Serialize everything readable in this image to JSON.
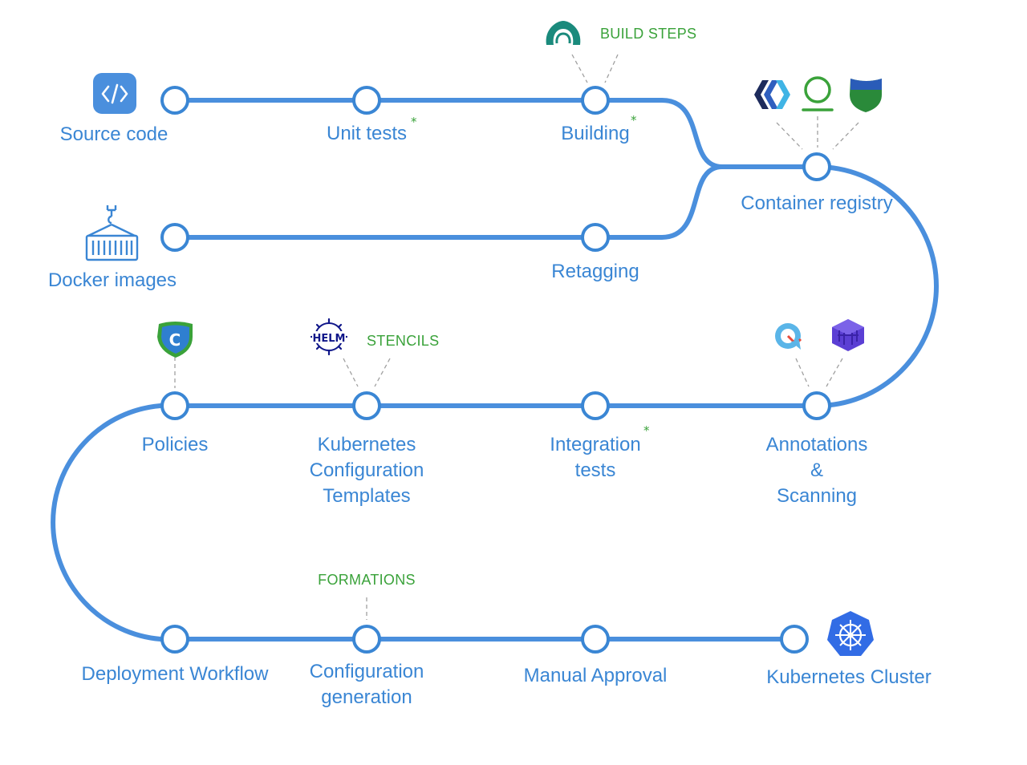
{
  "stages": {
    "source_code": "Source code",
    "unit_tests": "Unit tests",
    "building": "Building",
    "container_registry": "Container registry",
    "docker_images": "Docker images",
    "retagging": "Retagging",
    "policies": "Policies",
    "kube_templates": [
      "Kubernetes",
      "Configuration",
      "Templates"
    ],
    "integration_tests": [
      "Integration",
      "tests"
    ],
    "annotations_scanning": [
      "Annotations",
      "&",
      "Scanning"
    ],
    "deployment_workflow": "Deployment Workflow",
    "configuration_generation": [
      "Configuration",
      "generation"
    ],
    "manual_approval": "Manual Approval",
    "kubernetes_cluster": "Kubernetes Cluster"
  },
  "tags": {
    "build_steps": "BUILD STEPS",
    "stencils": "STENCILS",
    "formations": "FORMATIONS"
  },
  "markers": {
    "asterisk": "*"
  },
  "icons": {
    "helm_text": "HELM",
    "policy_letter": "C"
  },
  "colors": {
    "track": "#4a8fdd",
    "label": "#3a86d4",
    "tag": "#3aa23a",
    "connector": "#a0a0a0"
  }
}
